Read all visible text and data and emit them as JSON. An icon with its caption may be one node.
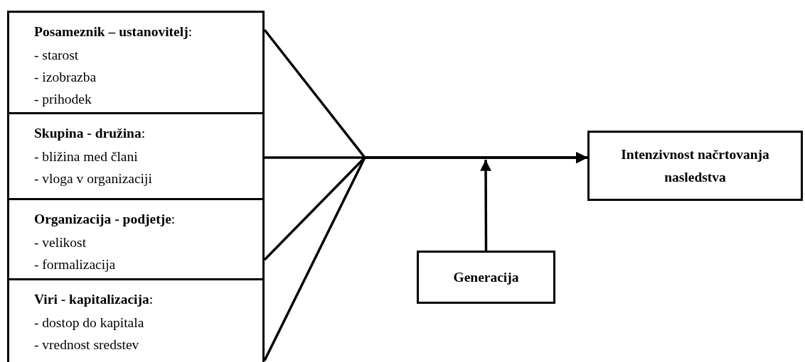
{
  "diagram": {
    "nodes": [
      {
        "text": [
          "**Posameznik – ustanovitelj**:",
          "- starost",
          "- izobrazba",
          "- prihodek"
        ]
      },
      {
        "text": [
          "**Skupina - družina**:",
          "- bližina med člani",
          "- vloga v organizaciji"
        ]
      },
      {
        "text": [
          "**Organizacija - podjetje**:",
          "- velikost",
          "- formalizacija"
        ]
      },
      {
        "text": [
          "**Viri - kapitalizacija**:",
          "- dostop do kapitala",
          "- vrednost sredstev"
        ]
      },
      {
        "text": [
          "Intenzivnost načrtovanja nasledstva"
        ]
      },
      {
        "text": [
          "Generacija"
        ]
      }
    ],
    "edges": [
      {
        "from": 0,
        "to": 4,
        "arrow": "to"
      },
      {
        "from": 1,
        "to": 4,
        "arrow": "to"
      },
      {
        "from": 2,
        "to": 4,
        "arrow": "to"
      },
      {
        "from": 3,
        "to": 4,
        "arrow": "to"
      },
      {
        "from": 5,
        "to": null,
        "arrow": "to"
      }
    ]
  }
}
